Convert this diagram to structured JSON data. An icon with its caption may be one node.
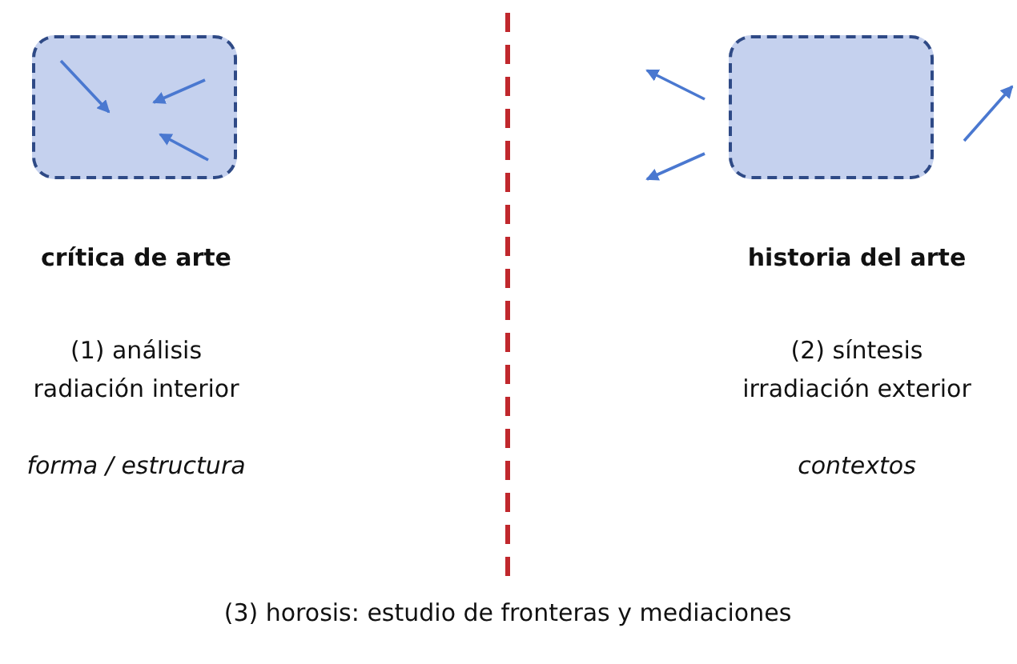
{
  "diagram": {
    "nodes": [
      {
        "text": [],
        "shape": "box"
      },
      {
        "text": [],
        "shape": "box"
      }
    ],
    "labels": [
      "crítica de arte",
      "historia del arte",
      "(1) análisis",
      "(2) síntesis",
      "radiación interior",
      "irradiación exterior",
      "forma / estructura",
      "contextos",
      "(3) horosis: estudio de fronteras y mediaciones"
    ]
  }
}
